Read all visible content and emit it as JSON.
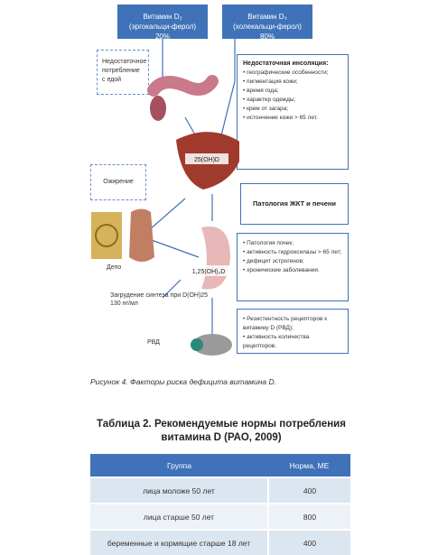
{
  "diagram": {
    "vit_d2": "Витамин D₂ (эргокальци-ферол) 20%",
    "vit_d3": "Витамин D₃ (холекальци-ферол) 80%",
    "low_intake": "Недостаточное потребление с едой",
    "obesity": "Ожирение",
    "depot": "Депо",
    "insolation_title": "Недостаточная инсоляция:",
    "insolation_items": [
      "географические особенности;",
      "пигментация кожи;",
      "время года;",
      "характер одежды;",
      "крем от загара;",
      "истончение кожи > 65 лет."
    ],
    "gi_liver": "Патология ЖКТ и печени",
    "liver_label": "25(OH)D",
    "kidney_label": "1,25(OH)₂D",
    "kidney_items": [
      "Патология почек;",
      "активность гидроксилазы > 65 лет;",
      "дефицит эстрогенов;",
      "хронические заболевания."
    ],
    "receptor_items": [
      "Резистентность рецепторов к витамину D (РВД);",
      "активность количества рецепторов."
    ],
    "synthesis_stop": "Загрудение синтеза при D(OH)25 130 нг/мл",
    "vdr": "РВД"
  },
  "caption": "Рисунок 4. Факторы риска дефицита витамина D.",
  "table": {
    "title": "Таблица 2. Рекомендуемые нормы потребления витамина D (РАО, 2009)",
    "headers": [
      "Группа",
      "Норма, МЕ"
    ],
    "rows": [
      [
        "лица моложе 50 лет",
        "400"
      ],
      [
        "лица старше 50 лет",
        "800"
      ],
      [
        "беременные и кормящие старше 18 лет",
        "400"
      ]
    ]
  },
  "colors": {
    "accent": "#3f72b8",
    "row_light": "#dce6f1",
    "row_lighter": "#edf2f8"
  }
}
